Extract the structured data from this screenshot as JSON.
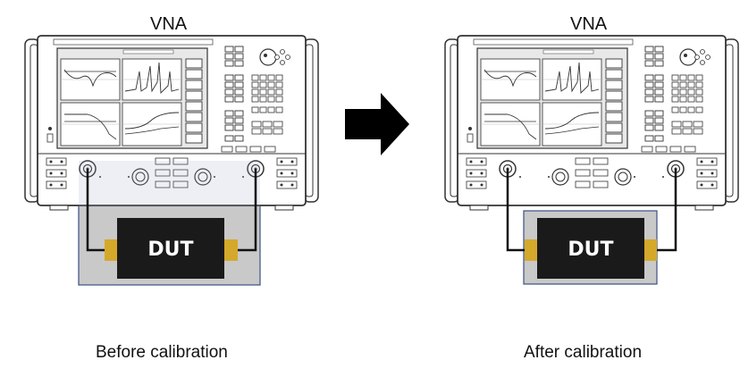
{
  "panels": [
    {
      "id": "before",
      "instrument_label": "VNA",
      "device_label": "DUT",
      "caption": "Before calibration"
    },
    {
      "id": "after",
      "instrument_label": "VNA",
      "device_label": "DUT",
      "caption": "After calibration"
    }
  ],
  "colors": {
    "instrument_body": "#ffffff",
    "instrument_outline": "#333333",
    "screen_bg": "#d9d9d9",
    "dut_body": "#1a1a1a",
    "dut_connector": "#d4a82a",
    "highlight_fill": "#c9c9c9",
    "highlight_border": "#3b4f86",
    "arrow": "#000000"
  },
  "icons": {
    "transition_arrow": "right-arrow-icon"
  }
}
